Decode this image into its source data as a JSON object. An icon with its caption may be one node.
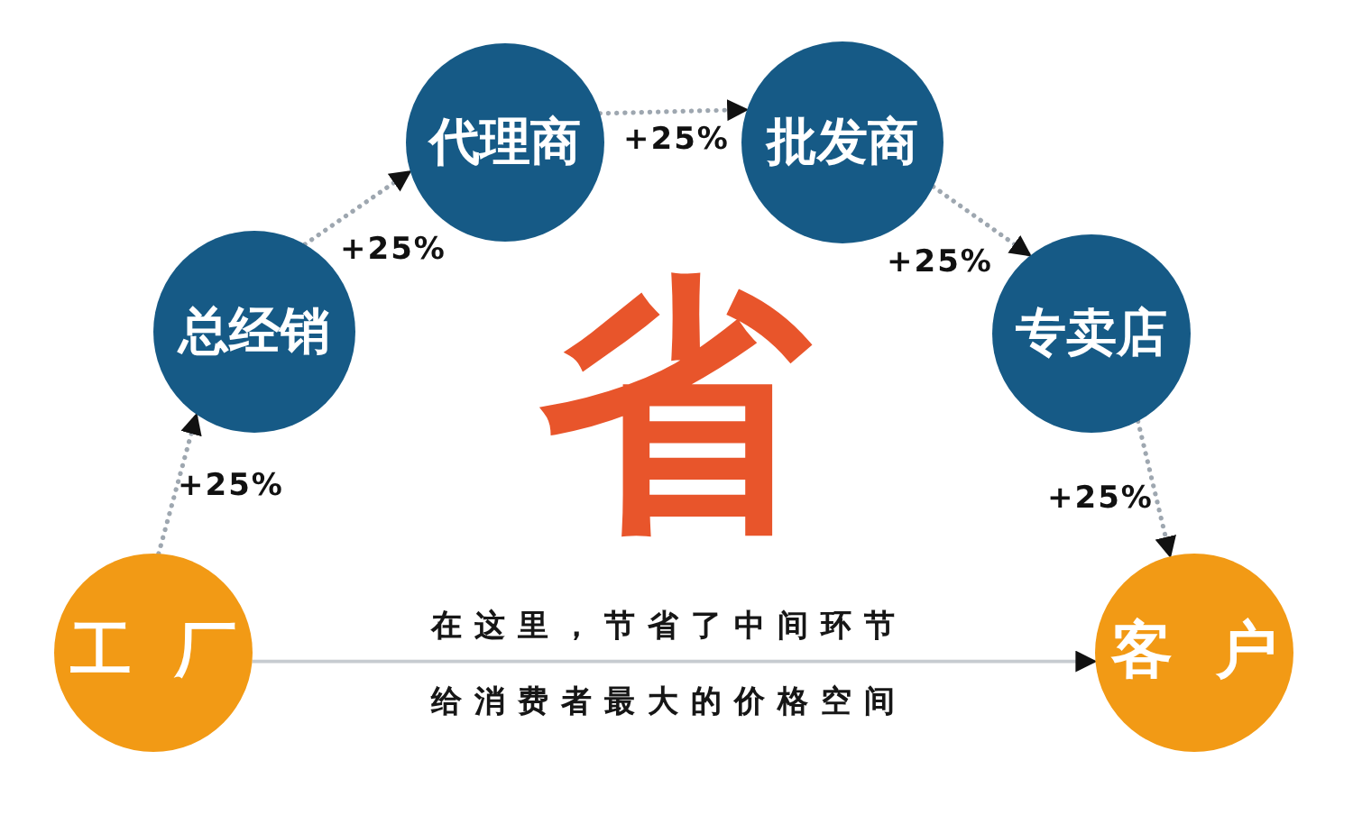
{
  "diagram": {
    "nodes": [
      {
        "text": [
          "工 厂"
        ]
      },
      {
        "text": [
          "总经销"
        ]
      },
      {
        "text": [
          "代理商"
        ]
      },
      {
        "text": [
          "批发商"
        ]
      },
      {
        "text": [
          "专卖店"
        ]
      },
      {
        "text": [
          "客 户"
        ]
      }
    ],
    "edges": [
      {
        "from": 0,
        "to": 1,
        "arrow": "to",
        "label": "+25%",
        "style": "dashed"
      },
      {
        "from": 1,
        "to": 2,
        "arrow": "to",
        "label": "+25%",
        "style": "dashed"
      },
      {
        "from": 2,
        "to": 3,
        "arrow": "to",
        "label": "+25%",
        "style": "dashed"
      },
      {
        "from": 3,
        "to": 4,
        "arrow": "to",
        "label": "+25%",
        "style": "dashed"
      },
      {
        "from": 4,
        "to": 5,
        "arrow": "to",
        "label": "+25%",
        "style": "dashed"
      },
      {
        "from": 0,
        "to": 5,
        "arrow": "to"
      }
    ],
    "labels": [
      "省",
      "在这里，节省了中间环节",
      "给消费者最大的价格空间"
    ]
  }
}
